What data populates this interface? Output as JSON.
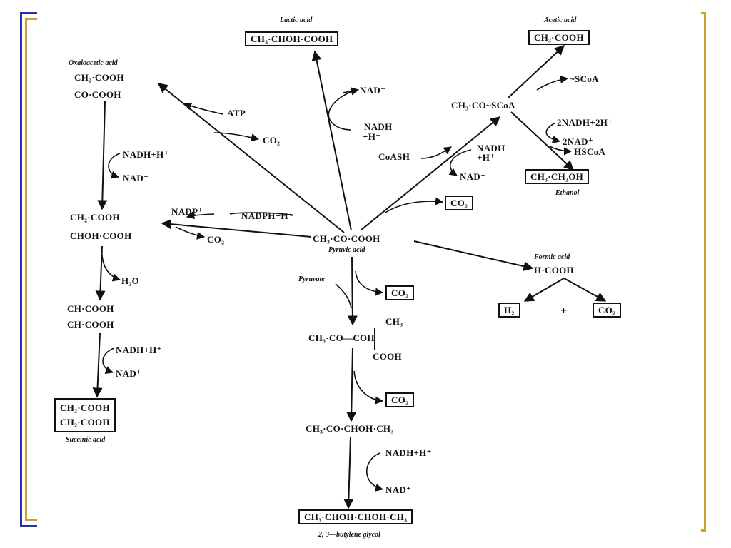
{
  "compounds": {
    "lactic_acid": {
      "name": "Lactic acid",
      "formula": "CH₃·CHOH·COOH"
    },
    "acetic_acid": {
      "name": "Acetic acid",
      "formula": "CH₃·COOH"
    },
    "oxaloacetic_acid": {
      "name": "Oxaloacetic acid",
      "line1": "CH₂·COOH",
      "line2": "CO·COOH"
    },
    "acetyl_coa": {
      "formula": "CH₃·CO~SCoA"
    },
    "ethanol": {
      "name": "Ethanol",
      "formula": "CH₃·CH₂OH"
    },
    "malic_acid": {
      "line1": "CH₂·COOH",
      "line2": "CHOH·COOH"
    },
    "pyruvic_acid": {
      "name": "Pyruvic acid",
      "formula": "CH₃·CO·COOH"
    },
    "formic_acid": {
      "name": "Formic acid",
      "formula": "H·COOH"
    },
    "fumaric_acid": {
      "line1": "CH·COOH",
      "line2": "CH·COOH"
    },
    "acetolactate": {
      "top": "CH₃",
      "left": "CH₃·CO—COH",
      "bottom": "COOH"
    },
    "succinic_acid": {
      "name": "Succinic acid",
      "line1": "CH₂·COOH",
      "line2": "CH₂·COOH"
    },
    "acetoin": {
      "formula": "CH₃·CO·CHOH·CH₃"
    },
    "butylene_glycol": {
      "name": "2, 3—butylene glycol",
      "formula": "CH₃·CHOH·CHOH·CH₃"
    }
  },
  "cofactors": {
    "nad_lactate": "NAD⁺",
    "nadh_lactate_1": "NADH",
    "nadh_lactate_2": "+H⁺",
    "scoa_out": "~SCoA",
    "nadh2_in": "2NADH+2H⁺",
    "nad2_out": "2NAD⁺",
    "hscoa_out": "HSCoA",
    "coash_in": "CoASH",
    "nadh_acetyl_1": "NADH",
    "nadh_acetyl_2": "+H⁺",
    "nad_acetyl": "NAD⁺",
    "co2_acetyl": "CO₂",
    "atp": "ATP",
    "co2_oxalo": "CO₂",
    "nadh_malate": "NADH+H⁺",
    "nad_malate": "NAD⁺",
    "nadp": "NADP⁺",
    "nadph": "NADPH+H⁺",
    "co2_malic": "CO₂",
    "h2o": "H₂O",
    "nadh_succ": "NADH+H⁺",
    "nad_succ": "NAD⁺",
    "pyruvate_label": "Pyruvate",
    "co2_acetolactate": "CO₂",
    "co2_acetoin": "CO₂",
    "h2_product": "H₂",
    "plus": "+",
    "co2_formic": "CO₂",
    "nadh_glycol": "NADH+H⁺",
    "nad_glycol": "NAD⁺"
  }
}
